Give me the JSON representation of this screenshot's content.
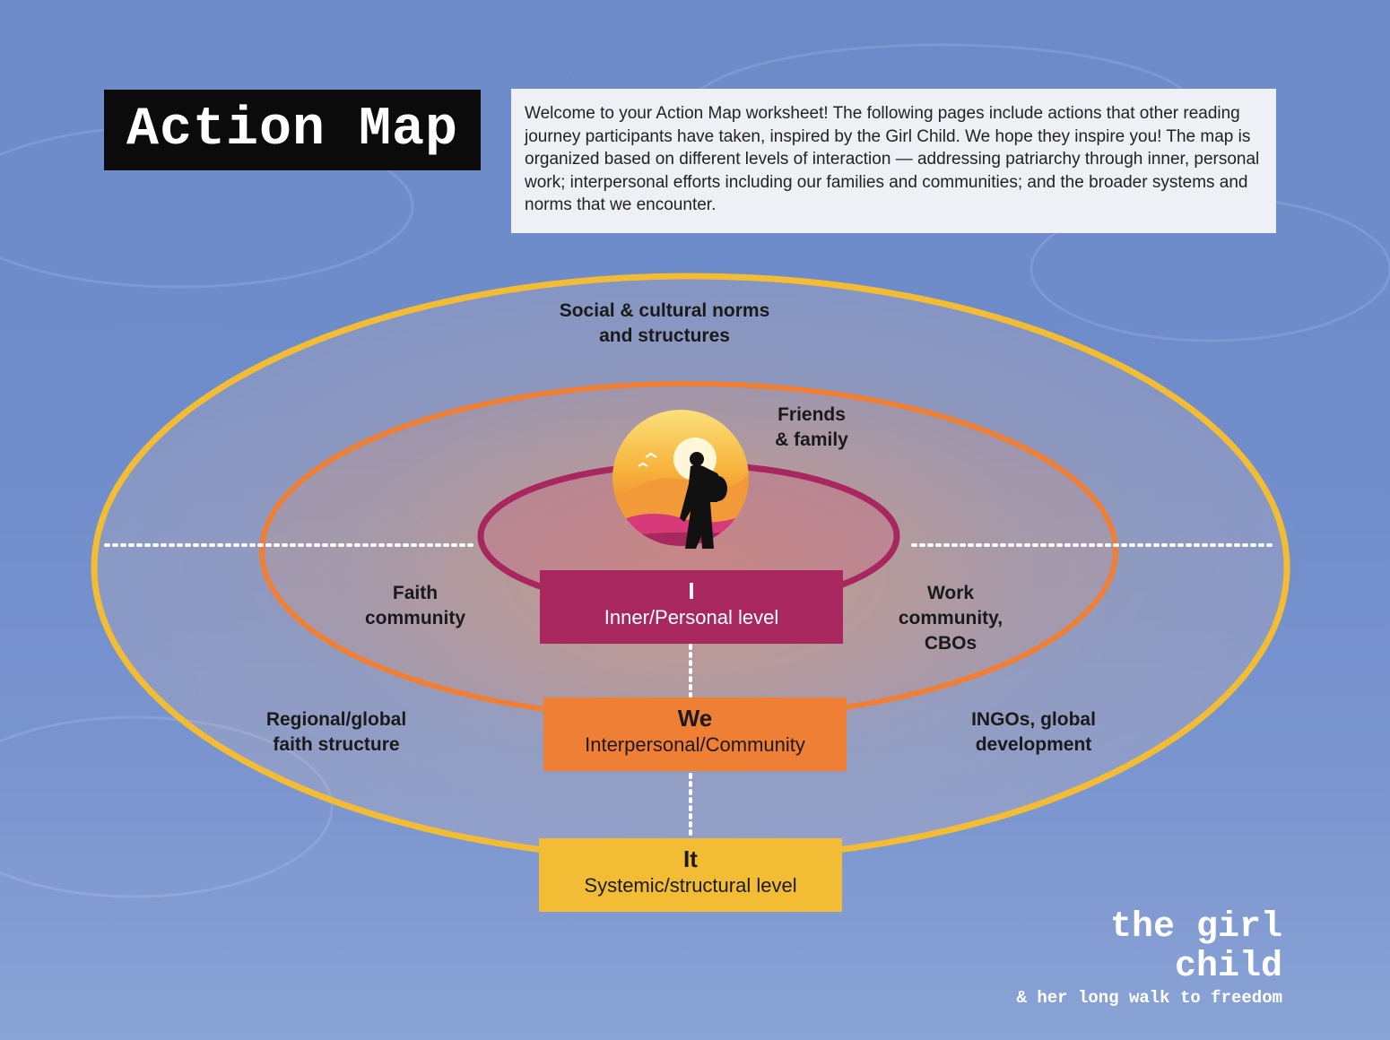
{
  "title": "Action Map",
  "intro": "Welcome to your Action Map worksheet! The following pages include actions that other reading journey participants have taken, inspired by the Girl Child. We hope they inspire you! The map is organized based on different levels of interaction — addressing patriarchy through inner, personal work; interpersonal efforts including our families and communities; and the broader systems and norms that we encounter.",
  "labels": {
    "social_norms": "Social & cultural norms\nand structures",
    "friends_family": "Friends\n& family",
    "faith_community": "Faith\ncommunity",
    "work_community": "Work\ncommunity,\nCBOs",
    "regional_faith": "Regional/global\nfaith structure",
    "ingos": "INGOs,  global\ndevelopment"
  },
  "levels": [
    {
      "key": "I",
      "label": "Inner/Personal level",
      "color": "#a8275f"
    },
    {
      "key": "We",
      "label": "Interpersonal/Community",
      "color": "#f07f36"
    },
    {
      "key": "It",
      "label": "Systemic/structural level",
      "color": "#f2bd35"
    }
  ],
  "colors": {
    "outer_ring": "#f2bd35",
    "middle_ring": "#f07f36",
    "inner_ring": "#a8275f"
  },
  "brand": {
    "name": "the girl child",
    "tagline": "& her long walk to freedom"
  },
  "icons": {
    "emblem": "girl-silhouette-sunset-icon"
  }
}
